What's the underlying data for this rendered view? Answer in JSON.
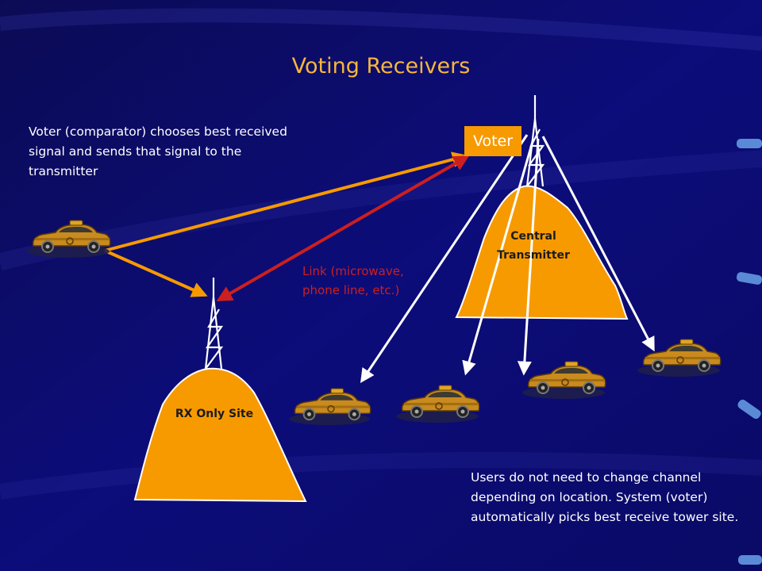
{
  "title": "Voting Receivers",
  "notes": {
    "voter": "Voter (comparator) chooses best received signal and sends that signal to the transmitter",
    "users": "Users do not need to change channel depending on location.  System (voter) automatically picks best receive tower site."
  },
  "voter_box": {
    "label": "Voter"
  },
  "link_label": "Link (microwave, phone line, etc.)",
  "sites": {
    "central": "Central Transmitter",
    "rx_only": "RX Only Site"
  },
  "colors": {
    "background": "#0a0a6e",
    "title": "#f7b73a",
    "mountain": "#f79a00",
    "link": "#cc1f1f",
    "uplink": "#f79a00",
    "downlink": "#ffffff",
    "car_body": "#c98a1e"
  },
  "icons": [
    "taxi-car-icon",
    "radio-tower-icon"
  ]
}
